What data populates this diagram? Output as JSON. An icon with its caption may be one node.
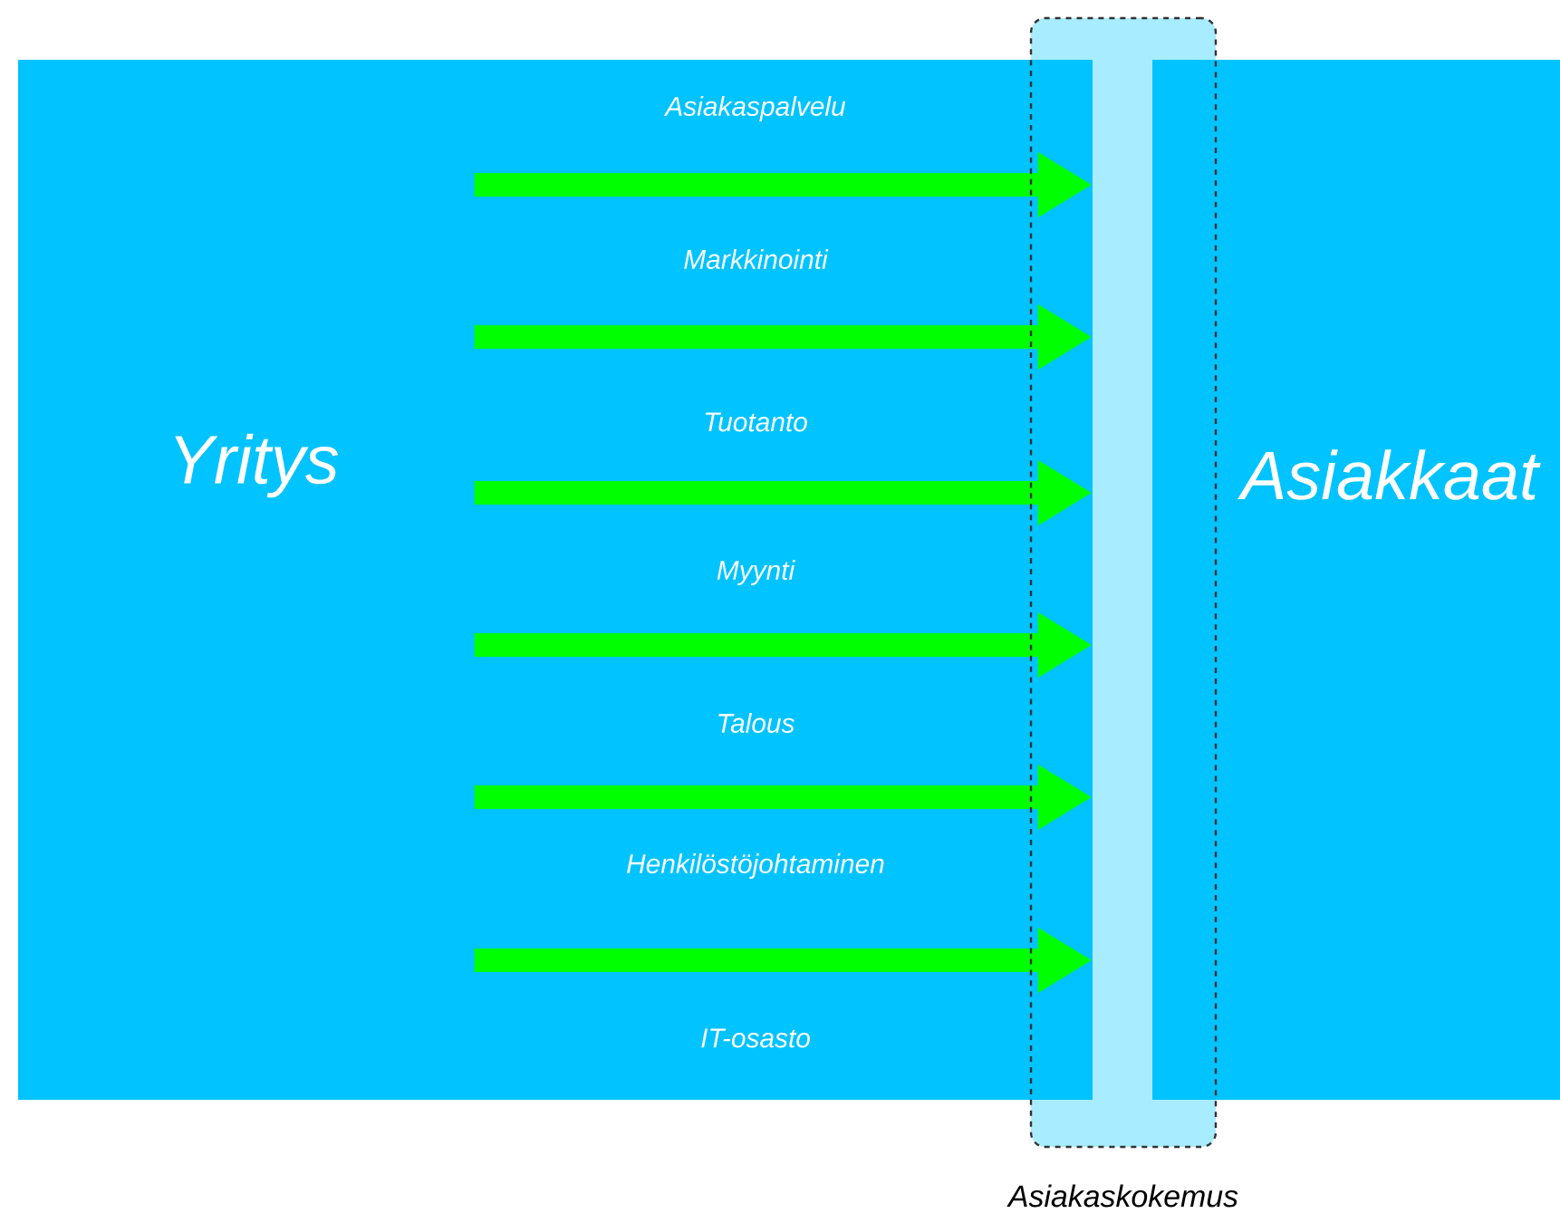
{
  "diagram": {
    "nodes": [
      {
        "text": [
          "Yritys"
        ]
      },
      {
        "text": [],
        "shape": "bar",
        "in": 3
      },
      {
        "text": [
          "Asiakkaat"
        ]
      },
      {
        "text": [
          "Asiakaskokemus"
        ]
      }
    ],
    "edges": [
      {
        "from": 0,
        "to": 1,
        "arrow": "to"
      },
      {
        "from": 0,
        "to": 1,
        "arrow": "to"
      },
      {
        "from": 0,
        "to": 1,
        "arrow": "to"
      },
      {
        "from": 0,
        "to": 1,
        "arrow": "to"
      },
      {
        "from": 0,
        "to": 1,
        "arrow": "to"
      },
      {
        "from": 0,
        "to": 1,
        "arrow": "to"
      }
    ],
    "labels": [
      "Asiakaspalvelu",
      "Markkinointi",
      "Tuotanto",
      "Myynti",
      "Talous",
      "Henkilöstöjohtaminen",
      "IT-osasto"
    ]
  }
}
